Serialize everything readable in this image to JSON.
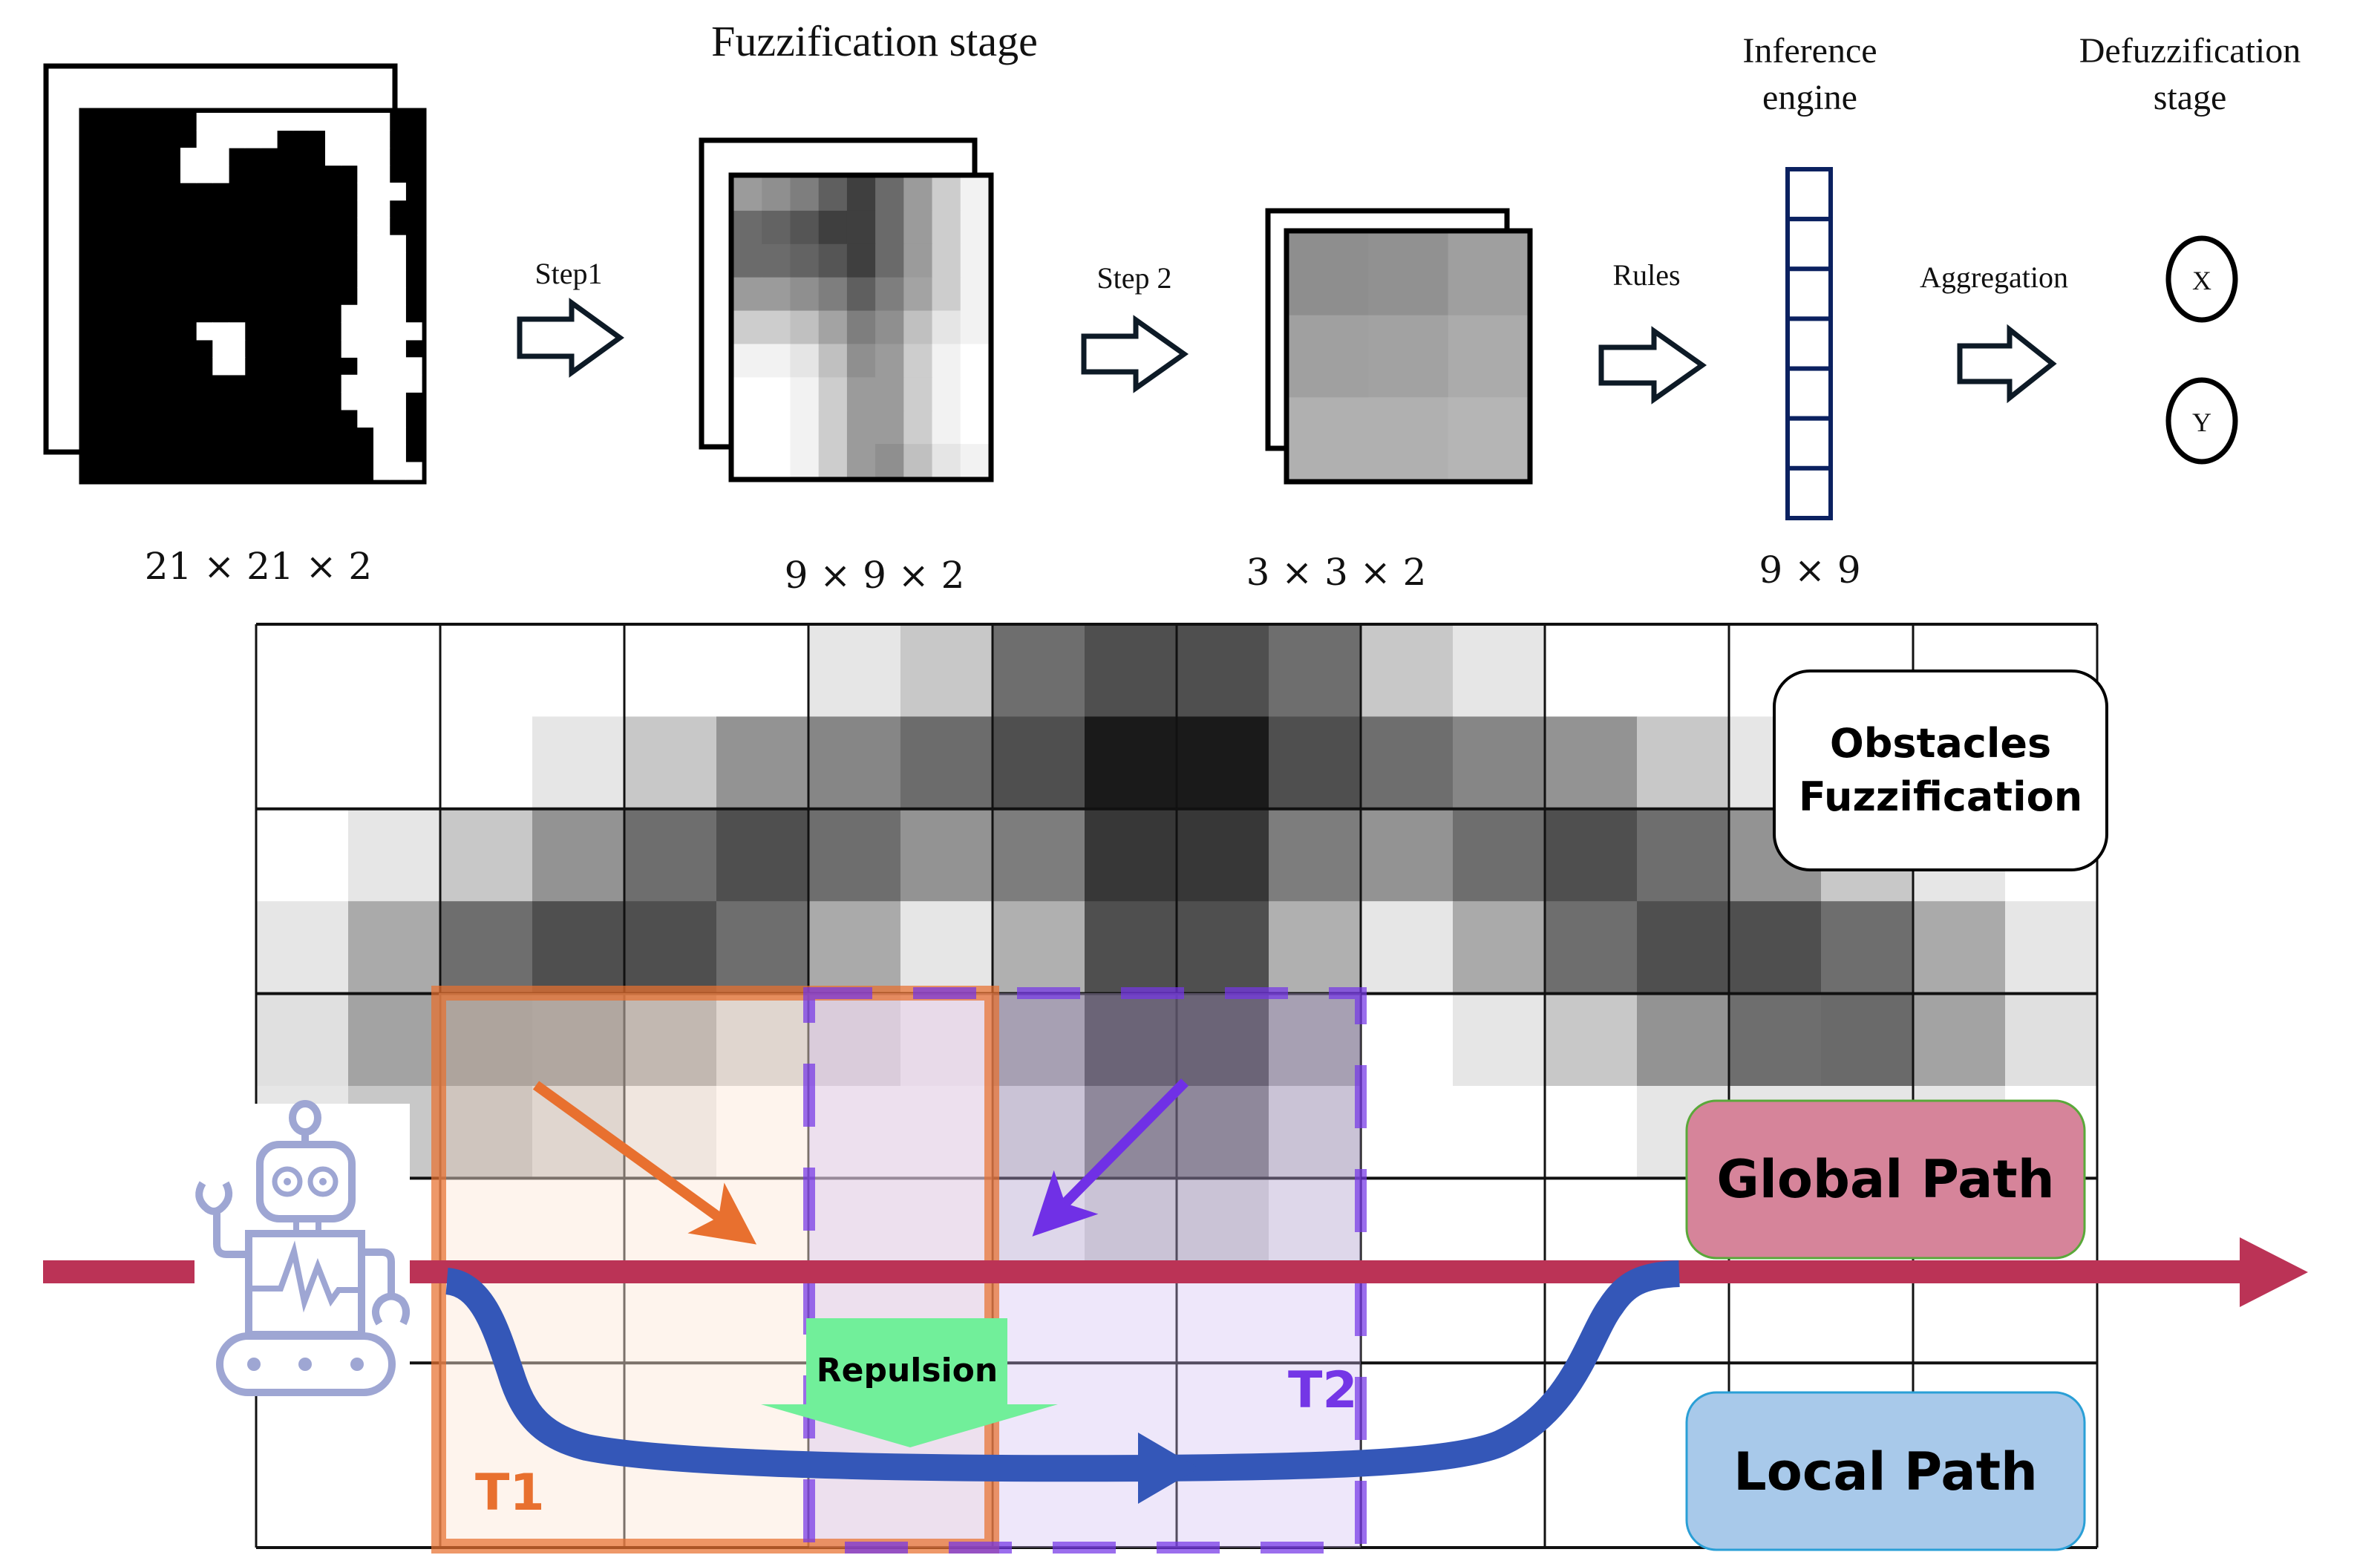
{
  "pipeline": {
    "title": "Fuzzification stage",
    "input_label": "21 × 21 × 2",
    "step1_label": "Step1",
    "fuzzy9_label": "9 × 9 × 2",
    "step2_label": "Step 2",
    "fuzzy3_label": "3 × 3 × 2",
    "rules_label": "Rules",
    "inference_title_line1": "Inference",
    "inference_title_line2": "engine",
    "inference_label": "9 × 9",
    "inference_cells": 7,
    "aggregation_label": "Aggregation",
    "defuzz_title_line1": "Defuzzification",
    "defuzz_title_line2": "stage",
    "outputs": [
      "X",
      "Y"
    ],
    "input_map": [
      "000000011111111111100",
      "000000011111000111100",
      "000000111000000111100",
      "000000111000000001100",
      "000000000000000001110",
      "000000000000000001100",
      "000000000000000001100",
      "000000000000000001110",
      "000000000000000001110",
      "000000000000000001110",
      "000000000000000001110",
      "000000000000000011110",
      "000000011100000011111",
      "000000001100000011110",
      "000000001100000001111",
      "000000000000000011111",
      "000000000000000011110",
      "000000000000000001110",
      "000000000000000000110",
      "000000000000000000110",
      "000000000000000000111"
    ],
    "fuzzy9": [
      [
        "#9b9b9b",
        "#8f8f8f",
        "#7e7e7e",
        "#5f5f5f",
        "#3f3f3f",
        "#6a6a6a",
        "#9b9b9b",
        "#cdcdcd",
        "#f2f2f2"
      ],
      [
        "#6b6b6b",
        "#636363",
        "#555555",
        "#3f3f3f",
        "#3f3f3f",
        "#6a6a6a",
        "#9b9b9b",
        "#cdcdcd",
        "#f2f2f2"
      ],
      [
        "#6b6b6b",
        "#6b6b6b",
        "#636363",
        "#555555",
        "#3f3f3f",
        "#6a6a6a",
        "#9b9b9b",
        "#cdcdcd",
        "#f2f2f2"
      ],
      [
        "#9b9b9b",
        "#9b9b9b",
        "#8f8f8f",
        "#7e7e7e",
        "#5f5f5f",
        "#7e7e7e",
        "#a3a3a3",
        "#cdcdcd",
        "#f2f2f2"
      ],
      [
        "#cdcdcd",
        "#cdcdcd",
        "#c0c0c0",
        "#a3a3a3",
        "#7e7e7e",
        "#8f8f8f",
        "#c0c0c0",
        "#e5e5e5",
        "#f2f2f2"
      ],
      [
        "#f2f2f2",
        "#f2f2f2",
        "#e5e5e5",
        "#c0c0c0",
        "#8f8f8f",
        "#9b9b9b",
        "#cdcdcd",
        "#f2f2f2",
        "#ffffff"
      ],
      [
        "#ffffff",
        "#ffffff",
        "#f2f2f2",
        "#cdcdcd",
        "#9b9b9b",
        "#9b9b9b",
        "#cdcdcd",
        "#f2f2f2",
        "#ffffff"
      ],
      [
        "#ffffff",
        "#ffffff",
        "#f2f2f2",
        "#cdcdcd",
        "#9b9b9b",
        "#9b9b9b",
        "#cdcdcd",
        "#f2f2f2",
        "#ffffff"
      ],
      [
        "#ffffff",
        "#ffffff",
        "#f2f2f2",
        "#cdcdcd",
        "#9b9b9b",
        "#8f8f8f",
        "#c0c0c0",
        "#e5e5e5",
        "#f2f2f2"
      ]
    ],
    "fuzzy3": [
      [
        "#8e8e8e",
        "#919191",
        "#9f9f9f"
      ],
      [
        "#a0a0a0",
        "#a2a2a2",
        "#ababab"
      ],
      [
        "#b0b0b0",
        "#b0b0b0",
        "#b5b5b5"
      ]
    ]
  },
  "scene": {
    "obstacle_label_line1": "Obstacles",
    "obstacle_label_line2": "Fuzzification",
    "global_path_label": "Global Path",
    "local_path_label": "Local Path",
    "repulsion_label": "Repulsion",
    "t1_label": "T1",
    "t2_label": "T2",
    "colors": {
      "global_path": "#bb3356",
      "local_path": "#3457b8",
      "t1": "#e8702f",
      "t2": "#7436e6",
      "repulsion": "#71ef9a",
      "robot": "#9ea6d3",
      "global_box_fill": "#d6849a",
      "global_box_border": "#5aa83a",
      "local_box_fill": "#a8c9ea",
      "local_box_border": "#2a9fd6",
      "inference_stroke": "#0b2160"
    },
    "obstacle_grid": [
      [
        "#ffffff",
        "#ffffff",
        "#ffffff",
        "#ffffff",
        "#ffffff",
        "#ffffff",
        "#e6e6e6",
        "#c8c8c8",
        "#6e6e6e",
        "#4f4f4f",
        "#4f4f4f",
        "#6e6e6e",
        "#c8c8c8",
        "#e6e6e6",
        "#ffffff",
        "#ffffff",
        "#ffffff",
        "#ffffff",
        "#ffffff",
        "#ffffff"
      ],
      [
        "#ffffff",
        "#ffffff",
        "#ffffff",
        "#e6e6e6",
        "#c8c8c8",
        "#939393",
        "#868686",
        "#6c6c6c",
        "#4f4f4f",
        "#1a1a1a",
        "#1a1a1a",
        "#4f4f4f",
        "#6e6e6e",
        "#868686",
        "#939393",
        "#c8c8c8",
        "#e6e6e6",
        "#ffffff",
        "#ffffff",
        "#ffffff"
      ],
      [
        "#ffffff",
        "#e6e6e6",
        "#c8c8c8",
        "#939393",
        "#6e6e6e",
        "#4f4f4f",
        "#6e6e6e",
        "#939393",
        "#7d7d7d",
        "#373737",
        "#373737",
        "#7d7d7d",
        "#939393",
        "#6e6e6e",
        "#4f4f4f",
        "#6e6e6e",
        "#939393",
        "#c8c8c8",
        "#e6e6e6",
        "#ffffff"
      ],
      [
        "#e6e6e6",
        "#aaaaaa",
        "#6e6e6e",
        "#4f4f4f",
        "#4f4f4f",
        "#6e6e6e",
        "#aaaaaa",
        "#e6e6e6",
        "#b0b0b0",
        "#4f4f4f",
        "#4f4f4f",
        "#b0b0b0",
        "#e6e6e6",
        "#aaaaaa",
        "#6e6e6e",
        "#4f4f4f",
        "#4f4f4f",
        "#6e6e6e",
        "#aaaaaa",
        "#e6e6e6"
      ],
      [
        "#e0e0e0",
        "#a3a3a3",
        "#6e6e6e",
        "#737373",
        "#939393",
        "#c8c8c8",
        "#c8c8c8",
        "#f0f0f0",
        "#939393",
        "#373737",
        "#373737",
        "#939393",
        "#ffffff",
        "#e6e6e6",
        "#c8c8c8",
        "#939393",
        "#6e6e6e",
        "#6a6a6a",
        "#a3a3a3",
        "#e0e0e0"
      ],
      [
        "#e6e6e6",
        "#c8c8c8",
        "#aaaaaa",
        "#c8c8c8",
        "#e6e6e6",
        "#ffffff",
        "#ffffff",
        "#ffffff",
        "#c8c8c8",
        "#6e6e6e",
        "#6e6e6e",
        "#c8c8c8",
        "#ffffff",
        "#ffffff",
        "#ffffff",
        "#e6e6e6",
        "#e6e6e6",
        "#e6e6e6",
        "#e6e6e6",
        "#ffffff"
      ],
      [
        "#ffffff",
        "#ffffff",
        "#ffffff",
        "#ffffff",
        "#ffffff",
        "#ffffff",
        "#ffffff",
        "#ffffff",
        "#e6e6e6",
        "#c8c8c8",
        "#c8c8c8",
        "#e6e6e6",
        "#ffffff",
        "#ffffff",
        "#ffffff",
        "#ffffff",
        "#ffffff",
        "#ffffff",
        "#ffffff",
        "#ffffff"
      ],
      [
        "#ffffff",
        "#ffffff",
        "#ffffff",
        "#ffffff",
        "#ffffff",
        "#ffffff",
        "#ffffff",
        "#ffffff",
        "#ffffff",
        "#ffffff",
        "#ffffff",
        "#ffffff",
        "#ffffff",
        "#ffffff",
        "#ffffff",
        "#ffffff",
        "#ffffff",
        "#ffffff",
        "#ffffff",
        "#ffffff"
      ],
      [
        "#ffffff",
        "#ffffff",
        "#ffffff",
        "#ffffff",
        "#ffffff",
        "#ffffff",
        "#ffffff",
        "#ffffff",
        "#ffffff",
        "#ffffff",
        "#ffffff",
        "#ffffff",
        "#ffffff",
        "#ffffff",
        "#ffffff",
        "#ffffff",
        "#ffffff",
        "#ffffff",
        "#ffffff",
        "#ffffff"
      ],
      [
        "#ffffff",
        "#ffffff",
        "#ffffff",
        "#ffffff",
        "#ffffff",
        "#ffffff",
        "#ffffff",
        "#ffffff",
        "#ffffff",
        "#ffffff",
        "#ffffff",
        "#ffffff",
        "#ffffff",
        "#ffffff",
        "#ffffff",
        "#ffffff",
        "#ffffff",
        "#ffffff",
        "#ffffff",
        "#ffffff"
      ]
    ]
  }
}
